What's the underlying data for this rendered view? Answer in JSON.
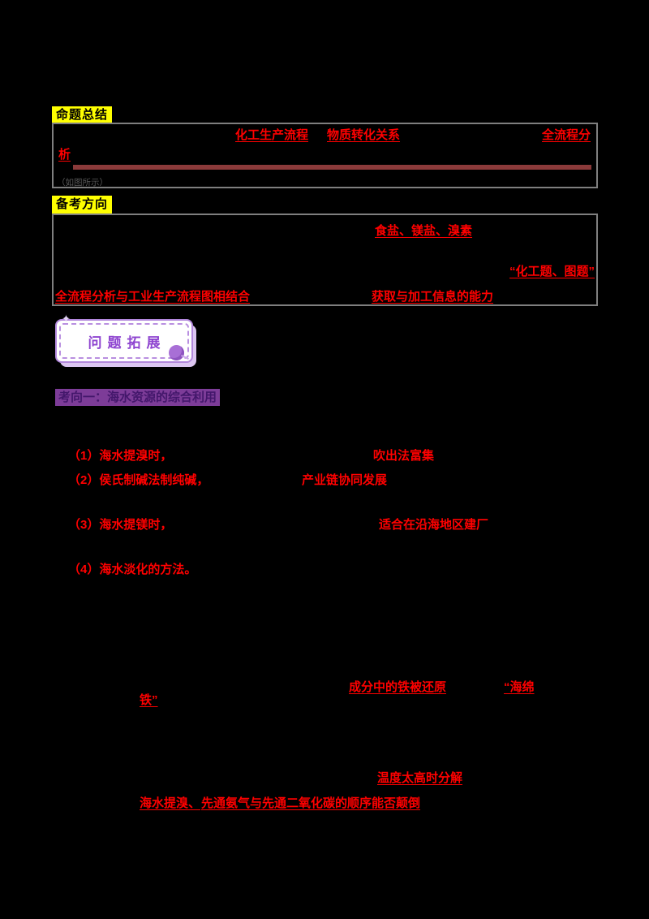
{
  "colors": {
    "background": "#000000",
    "highlight_yellow": "#ffff00",
    "box_border_gray": "#7f7f7f",
    "emphasis_red": "#ff0000",
    "underline_strip_red": "#8b3a3a",
    "badge_purple": "#8e44d0",
    "topic_bar_purple": "#7d3c98"
  },
  "summary": {
    "heading": "命题总结",
    "red1": "化工生产流程",
    "red2": "物质转化关系",
    "red3": "全流程分",
    "red4_wrap": "析",
    "note": "（如图所示）"
  },
  "prep": {
    "heading": "备考方向",
    "red_terms": "食盐、镁盐、溴素",
    "red_quote": "“化工题、图题”",
    "red_long1": "全流程分析与工业生产流程图相结合",
    "red_long2": "获取与加工信息的能力"
  },
  "badge": {
    "label": "问题拓展",
    "sparkle_icon": "sparkle",
    "balloon_icon": "balloon"
  },
  "topic": {
    "heading": "考向一：海水资源的综合利用"
  },
  "questions": [
    {
      "lead": "（1）海水提溴时，",
      "tail": "吹出法富集"
    },
    {
      "lead": "（2）侯氏制碱法制纯碱，",
      "tail": "产业链协同发展"
    },
    {
      "lead": "（3）海水提镁时，",
      "tail": "适合在沿海地区建厂"
    },
    {
      "lead": "（4）海水淡化的方法。",
      "tail": ""
    }
  ],
  "notes": {
    "red1": "成分中的铁被还原",
    "red2_open": "“海绵",
    "red2_close": "铁”",
    "red3": "温度太高时分解",
    "red4": "海水提溴、",
    "red5": "先通氨气与先通二氧化碳的顺序能否颠倒"
  }
}
